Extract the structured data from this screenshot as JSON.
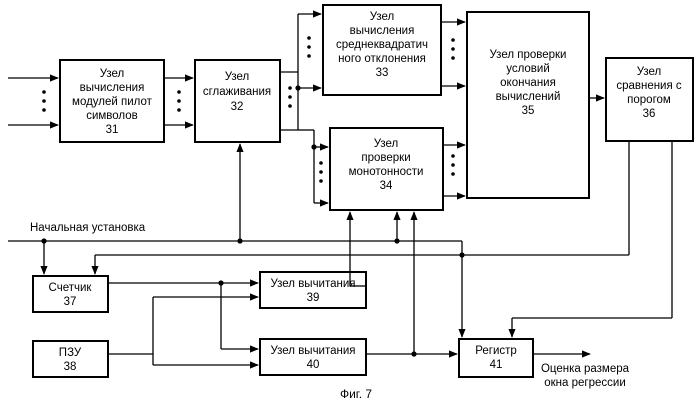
{
  "blocks": {
    "b31": {
      "lines": [
        "Узел",
        "вычисления",
        "модулей пилот",
        "символов",
        "31"
      ]
    },
    "b32": {
      "lines": [
        "Узел",
        "сглаживания",
        "32"
      ]
    },
    "b33": {
      "lines": [
        "Узел",
        "вычисления",
        "среднеквадратич",
        "ного отклонения",
        "33"
      ]
    },
    "b34": {
      "lines": [
        "Узел",
        "проверки",
        "монотонности",
        "34"
      ]
    },
    "b35": {
      "lines": [
        "Узел проверки",
        "условий",
        "окончания",
        "вычислений",
        "35"
      ]
    },
    "b36": {
      "lines": [
        "Узел",
        "сравнения с",
        "порогом",
        "36"
      ]
    },
    "b37": {
      "lines": [
        "Счетчик",
        "37"
      ]
    },
    "b38": {
      "lines": [
        "ПЗУ",
        "38"
      ]
    },
    "b39": {
      "lines": [
        "Узел вычитания",
        "39"
      ]
    },
    "b40": {
      "lines": [
        "Узел вычитания",
        "40"
      ]
    },
    "b41": {
      "lines": [
        "Регистр",
        "41"
      ]
    }
  },
  "labels": {
    "init": "Начальная установка",
    "output_line1": "Оценка размера",
    "output_line2": "окна регрессии"
  },
  "caption": "Фиг. 7"
}
